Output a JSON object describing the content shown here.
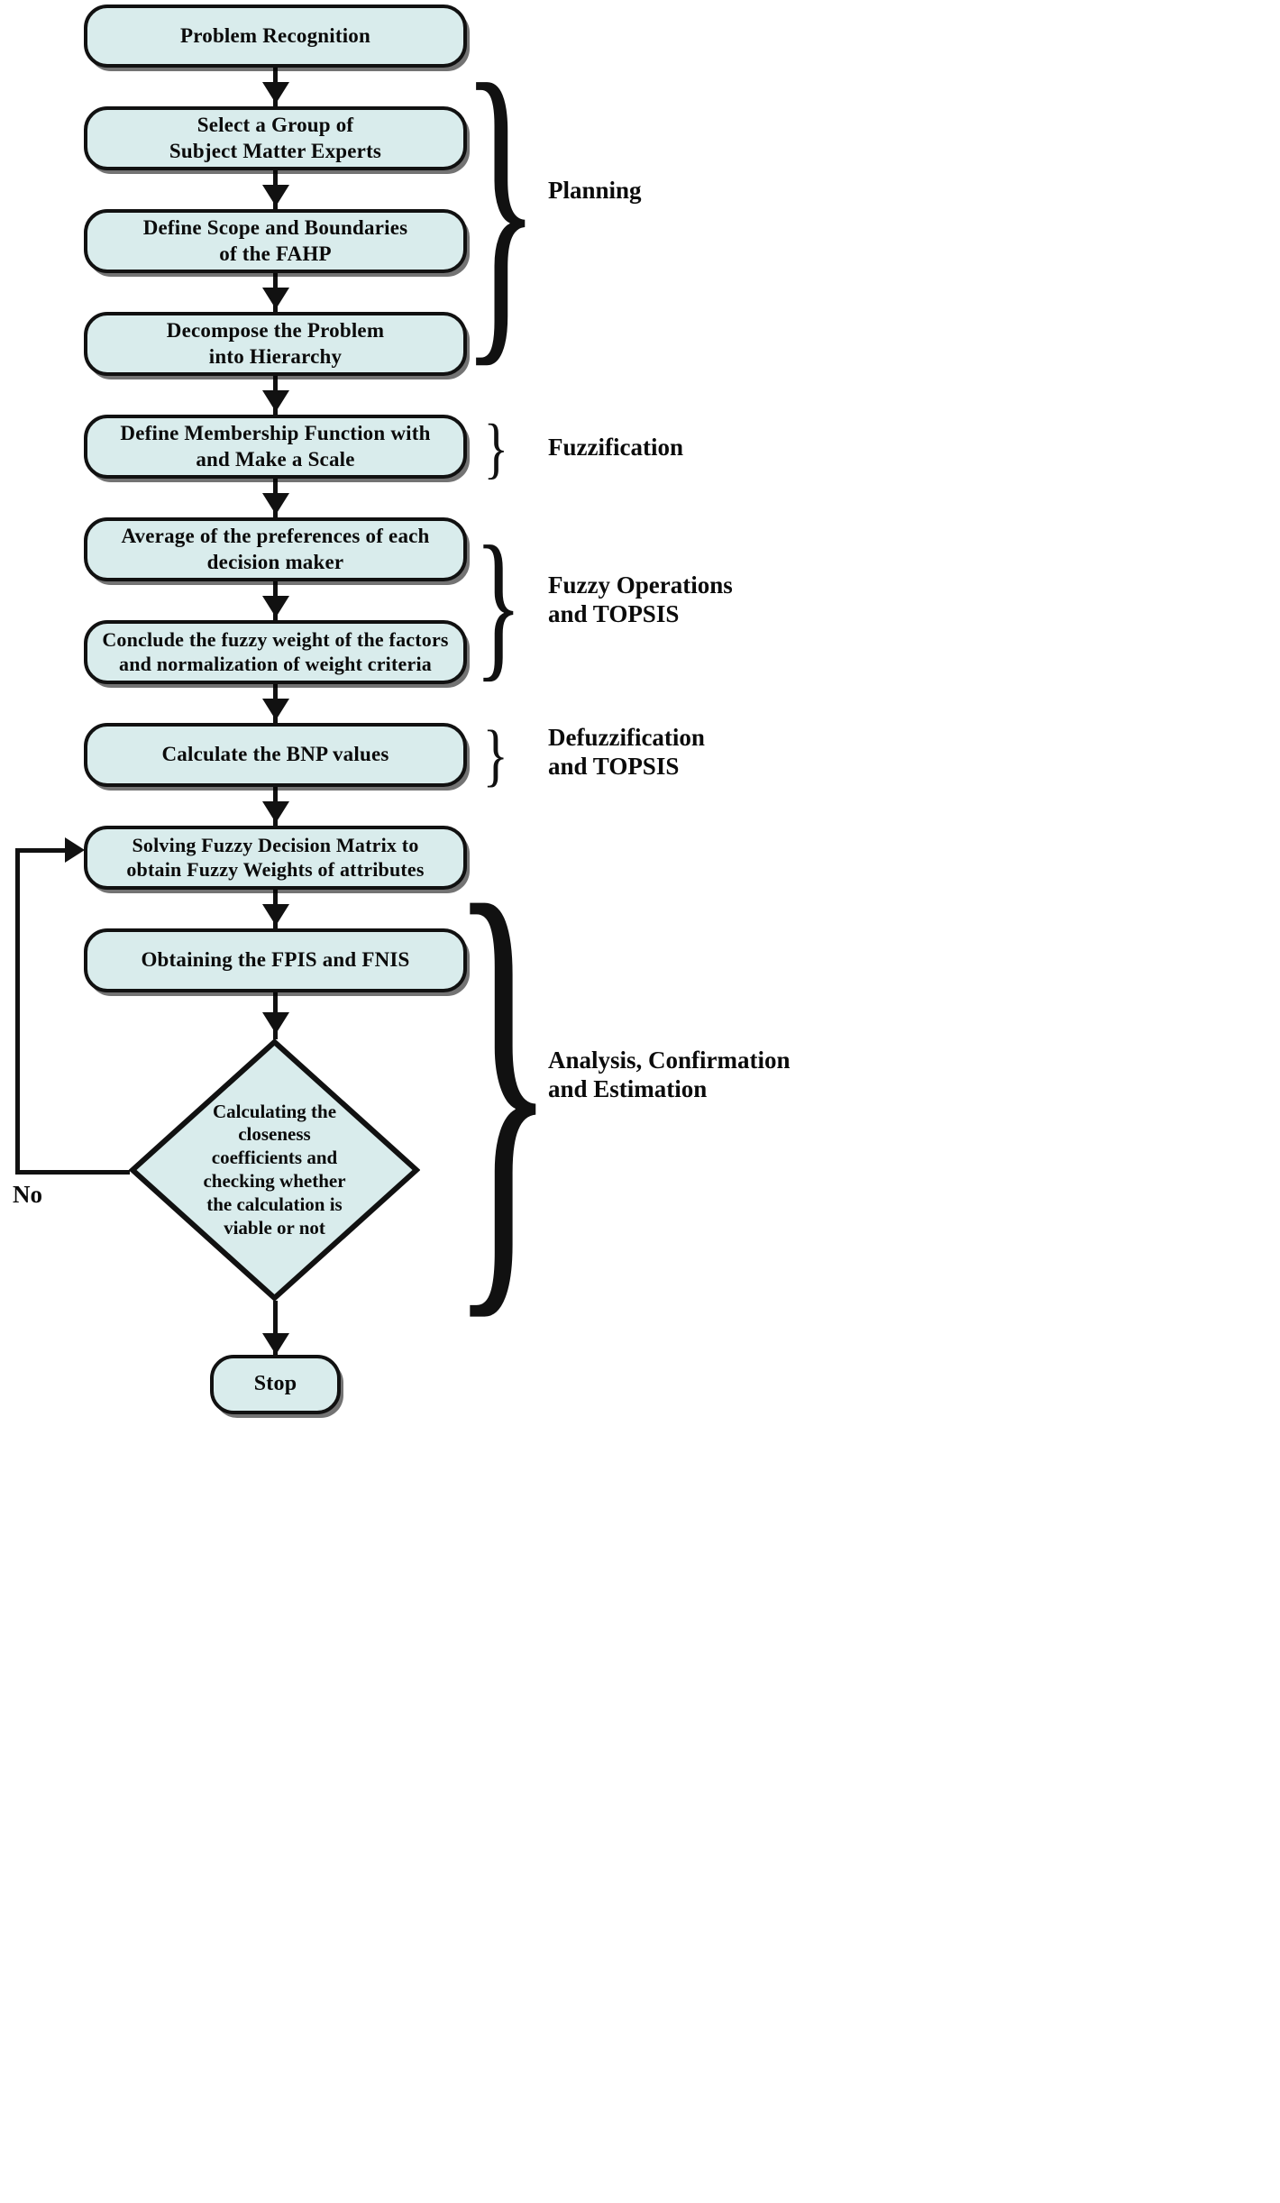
{
  "diagram": {
    "title": "FAHP and Fuzzy TOPSIS methodology flowchart",
    "fill_color": "#d9ecec",
    "stroke_color": "#111111",
    "text_color": "#0b0b0b"
  },
  "nodes": [
    {
      "id": "problem-recognition",
      "label": "Problem Recognition",
      "shape": "rounded-rect"
    },
    {
      "id": "select-experts",
      "label": "Select a Group of\nSubject Matter Experts",
      "shape": "rounded-rect"
    },
    {
      "id": "define-scope",
      "label": "Define Scope and Boundaries\nof the FAHP",
      "shape": "rounded-rect"
    },
    {
      "id": "decompose-problem",
      "label": "Decompose the Problem\ninto Hierarchy",
      "shape": "rounded-rect"
    },
    {
      "id": "define-membership",
      "label": "Define Membership Function with\nand Make a Scale",
      "shape": "rounded-rect"
    },
    {
      "id": "average-preferences",
      "label": "Average of the preferences of each\ndecision maker",
      "shape": "rounded-rect"
    },
    {
      "id": "conclude-fuzzy-weight",
      "label": "Conclude the fuzzy weight of the factors\nand normalization of weight criteria",
      "shape": "rounded-rect"
    },
    {
      "id": "calculate-bnp",
      "label": "Calculate the BNP values",
      "shape": "rounded-rect"
    },
    {
      "id": "solving-matrix",
      "label": "Solving Fuzzy Decision Matrix to\nobtain Fuzzy Weights of attributes",
      "shape": "rounded-rect"
    },
    {
      "id": "obtaining-fpis-fnis",
      "label": "Obtaining the FPIS and FNIS",
      "shape": "rounded-rect"
    },
    {
      "id": "closeness-decision",
      "label": "Calculating the\ncloseness\ncoefficients and\nchecking whether\nthe calculation is\nviable or not",
      "shape": "diamond"
    },
    {
      "id": "stop",
      "label": "Stop",
      "shape": "rounded-rect"
    }
  ],
  "group_labels": [
    {
      "id": "planning",
      "label": "Planning"
    },
    {
      "id": "fuzzification",
      "label": "Fuzzification"
    },
    {
      "id": "fuzzy-operations",
      "label": "Fuzzy Operations\nand TOPSIS"
    },
    {
      "id": "defuzzification",
      "label": "Defuzzification\nand TOPSIS"
    },
    {
      "id": "analysis",
      "label": "Analysis, Confirmation\nand Estimation"
    }
  ],
  "edge_labels": [
    {
      "id": "no",
      "label": "No"
    }
  ],
  "brace_glyph": "}"
}
